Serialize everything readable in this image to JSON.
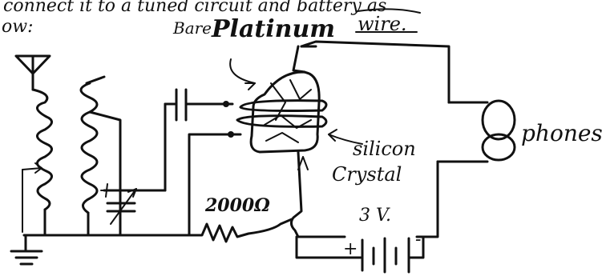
{
  "caption": {
    "line1": "connect it to a tuned circuit and battery as",
    "line2": "ow:"
  },
  "labels": {
    "wire_label_a": "Bare",
    "wire_label_b": "Platinum",
    "wire_label_c": "wire.",
    "crystal_line1": "silicon",
    "crystal_line2": "Crystal",
    "phones": "phones",
    "resistor": "2000Ω",
    "battery_voltage": "3 V.",
    "battery_plus": "+",
    "battery_minus": "-"
  },
  "colors": {
    "ink": "#111111",
    "paper": "#ffffff"
  }
}
